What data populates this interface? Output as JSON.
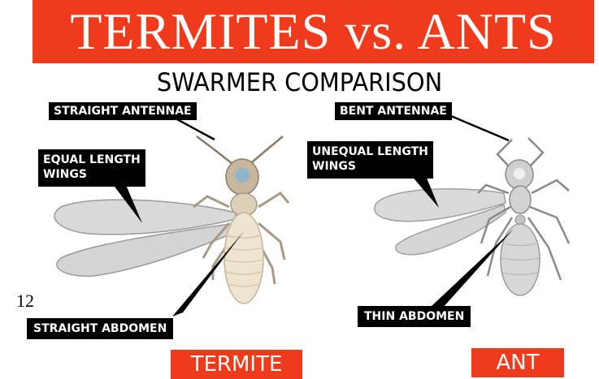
{
  "title": "TERMITES vs. ANTS",
  "subtitle": "SWARMER COMPARISON",
  "termite": {
    "antennae_label": "STRAIGHT ANTENNAE",
    "wings_label": "EQUAL LENGTH\nWINGS",
    "abdomen_label": "STRAIGHT ABDOMEN",
    "name": "TERMITE"
  },
  "ant": {
    "antennae_label": "BENT ANTENNAE",
    "wings_label": "UNEQUAL LENGTH\nWINGS",
    "abdomen_label": "THIN ABDOMEN",
    "name": "ANT"
  },
  "page_number": "12",
  "colors": {
    "banner": "#f03a1c",
    "label_bg": "#000000",
    "insect_body": "#e8dcc6"
  }
}
